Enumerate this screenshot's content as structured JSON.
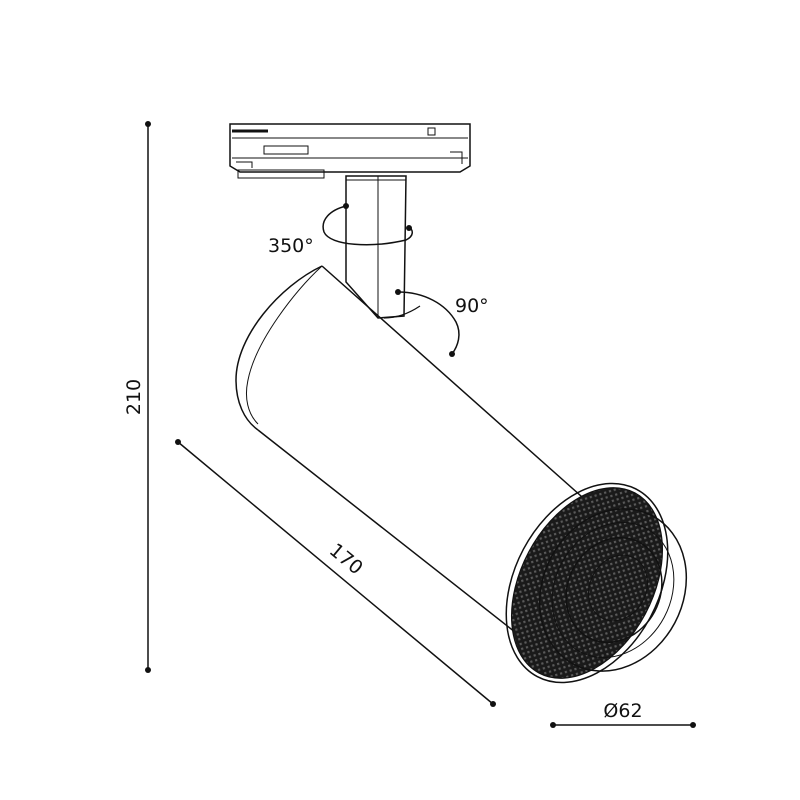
{
  "dimensions": {
    "height": "210",
    "length": "170",
    "diameter": "Ø62"
  },
  "rotations": {
    "horizontal": "350°",
    "vertical": "90°"
  },
  "colors": {
    "line": "#111111",
    "background": "#ffffff"
  }
}
